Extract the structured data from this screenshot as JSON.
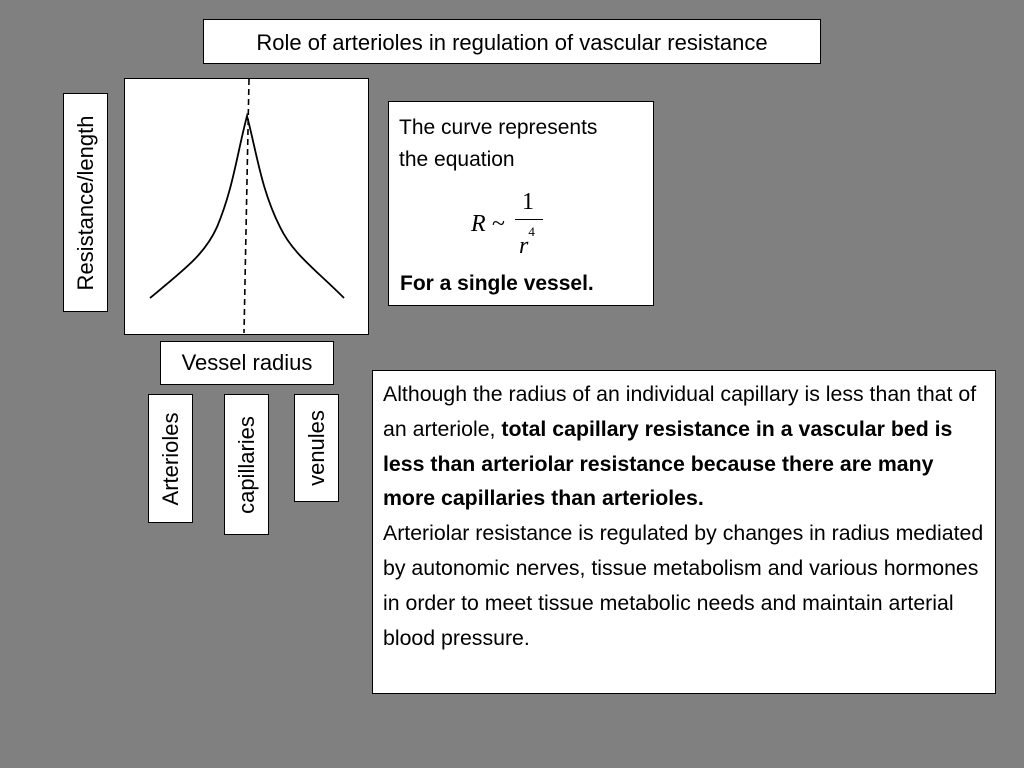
{
  "title": "Role of arterioles in regulation of vascular resistance",
  "plot": {
    "ylabel": "Resistance/length",
    "xlabel": "Vessel radius"
  },
  "vessel_labels": [
    "Arterioles",
    "capillaries",
    "venules"
  ],
  "equation_box": {
    "line1": "The curve represents",
    "line2": "the equation",
    "formula_lhs": "R ~",
    "formula_numerator": "1",
    "formula_denominator_base": "r",
    "formula_denominator_exponent": "4",
    "note": "For a single vessel."
  },
  "explanation": {
    "p1_start": "Although the radius of an individual capillary is less than that of an arteriole, ",
    "p1_bold": "total capillary resistance in a vascular bed is less than arteriolar resistance because there are many more capillaries than arterioles.",
    "p2": "Arteriolar resistance is regulated by changes in radius mediated by autonomic nerves, tissue metabolism and various hormones in order to meet tissue metabolic needs and maintain arterial blood pressure."
  },
  "colors": {
    "background": "#808080",
    "box_fill": "#ffffff",
    "stroke": "#000000"
  }
}
